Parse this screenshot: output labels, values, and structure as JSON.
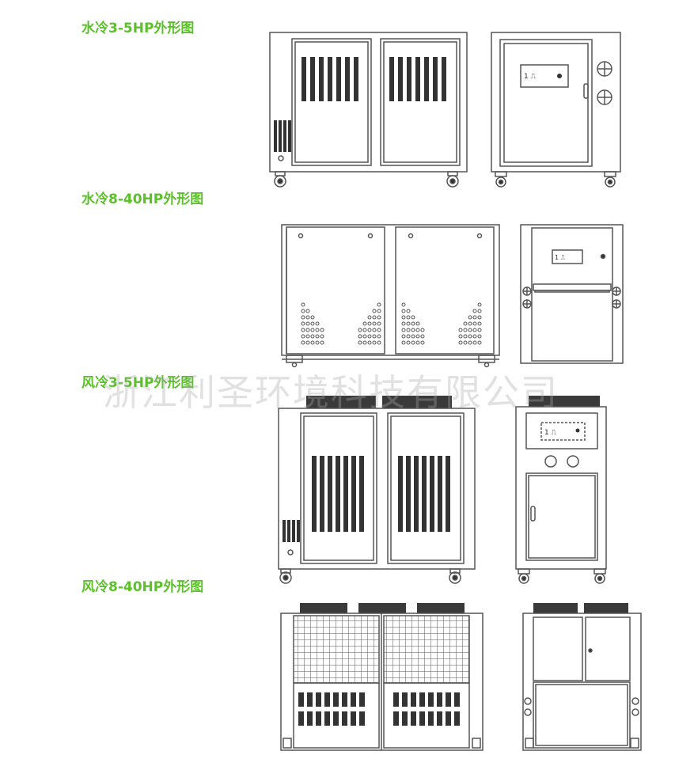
{
  "sections": [
    {
      "title": "水冷3-5HP外形图"
    },
    {
      "title": "水冷8-40HP外形图"
    },
    {
      "title": "风冷3-5HP外形图"
    },
    {
      "title": "风冷8-40HP外形图"
    }
  ],
  "watermark": "浙江利圣环境科技有限公司",
  "colors": {
    "title": "#5cc02b",
    "line": "#555555",
    "vent": "#333333",
    "fan": "#3a3a3a",
    "panel_fill": "#f7f7f7"
  }
}
